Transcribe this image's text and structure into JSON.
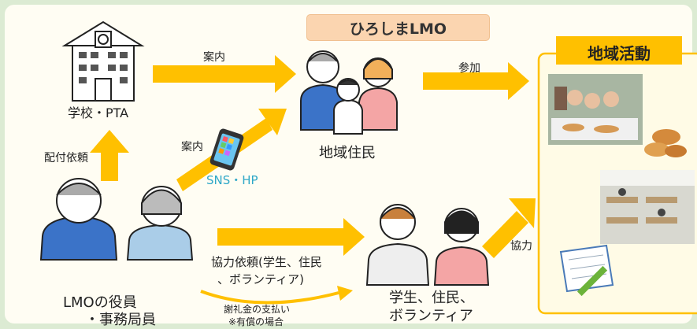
{
  "title": "ひろしまLMO",
  "nodes": {
    "school": "学校・PTA",
    "residents": "地域住民",
    "officers_line1": "LMOの役員",
    "officers_line2": "・事務局員",
    "helpers_line1": "学生、住民、",
    "helpers_line2": "ボランティア"
  },
  "edges": {
    "guide_top": "案内",
    "join": "参加",
    "guide_sns": "案内",
    "sns_hp": "SNS・HP",
    "distribution": "配付依頼",
    "request_line1": "協力依頼(学生、住民",
    "request_line2": "、ボランティア)",
    "payment_line1": "謝礼金の支払い",
    "payment_line2": "※有償の場合",
    "cooperate": "協力"
  },
  "activity": {
    "header": "地域活動"
  },
  "colors": {
    "arrow": "#ffc000",
    "title_bg": "#fbd5b0",
    "activity_header": "#ffc000",
    "sns_text": "#2fa8c8",
    "panel_bg": "#fffdf3",
    "page_bg": "#dcebd3"
  }
}
